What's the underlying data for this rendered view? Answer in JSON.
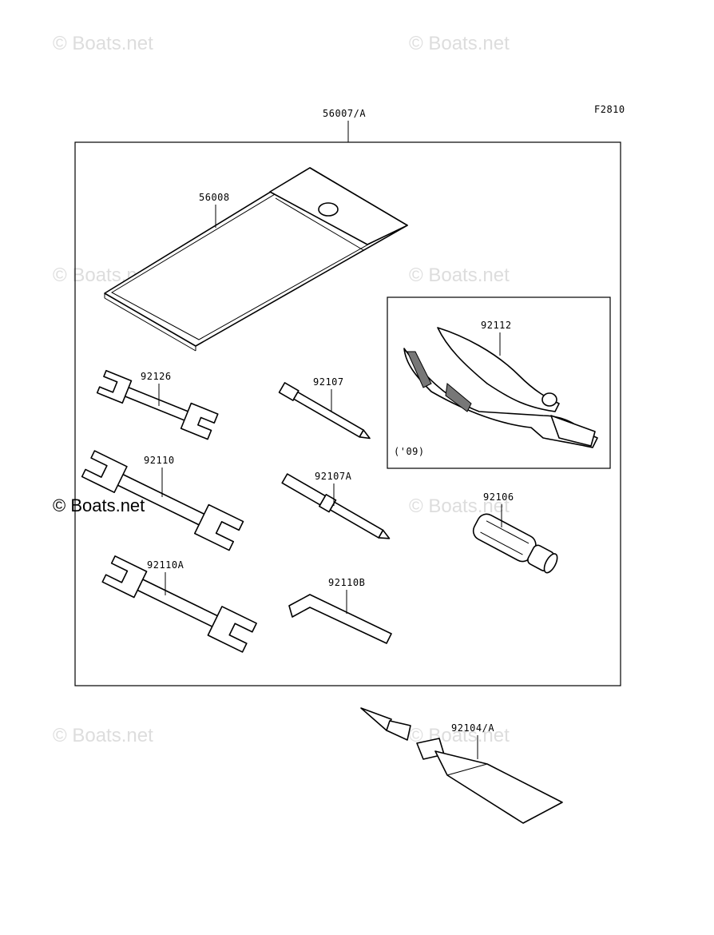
{
  "figure_code": "F2810",
  "watermarks": [
    "© Boats.net",
    "© Boats.net",
    "© Boats.net",
    "© Boats.net",
    "© Boats.net",
    "© Boats.net",
    "© Boats.net"
  ],
  "watermark_strong": "© Boats.net",
  "parts": {
    "kit": "56007/A",
    "case": "56008",
    "pliers": "92112",
    "pliers_note": "('09)",
    "wrench_small": "92126",
    "driver": "92107",
    "wrench_mid": "92110",
    "driver_flat": "92107A",
    "handle": "92106",
    "wrench_large": "92110A",
    "hex_key": "92110B",
    "grease_tube": "92104/A"
  }
}
